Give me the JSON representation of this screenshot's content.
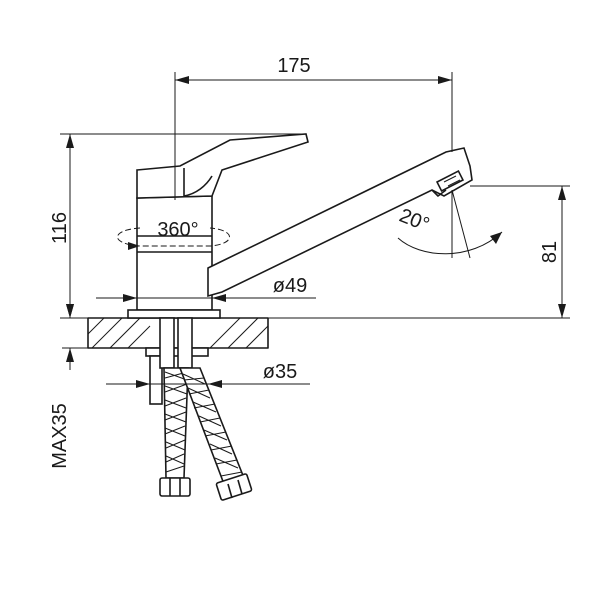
{
  "dimensions": {
    "width_overall": "175",
    "height_total": "116",
    "spout_height": "81",
    "rotation": "360°",
    "spout_angle": "20°",
    "body_diameter": "ø49",
    "hole_diameter": "ø35",
    "max_thickness": "MAX35"
  },
  "colors": {
    "ink": "#1a1a1a",
    "background": "#ffffff"
  }
}
